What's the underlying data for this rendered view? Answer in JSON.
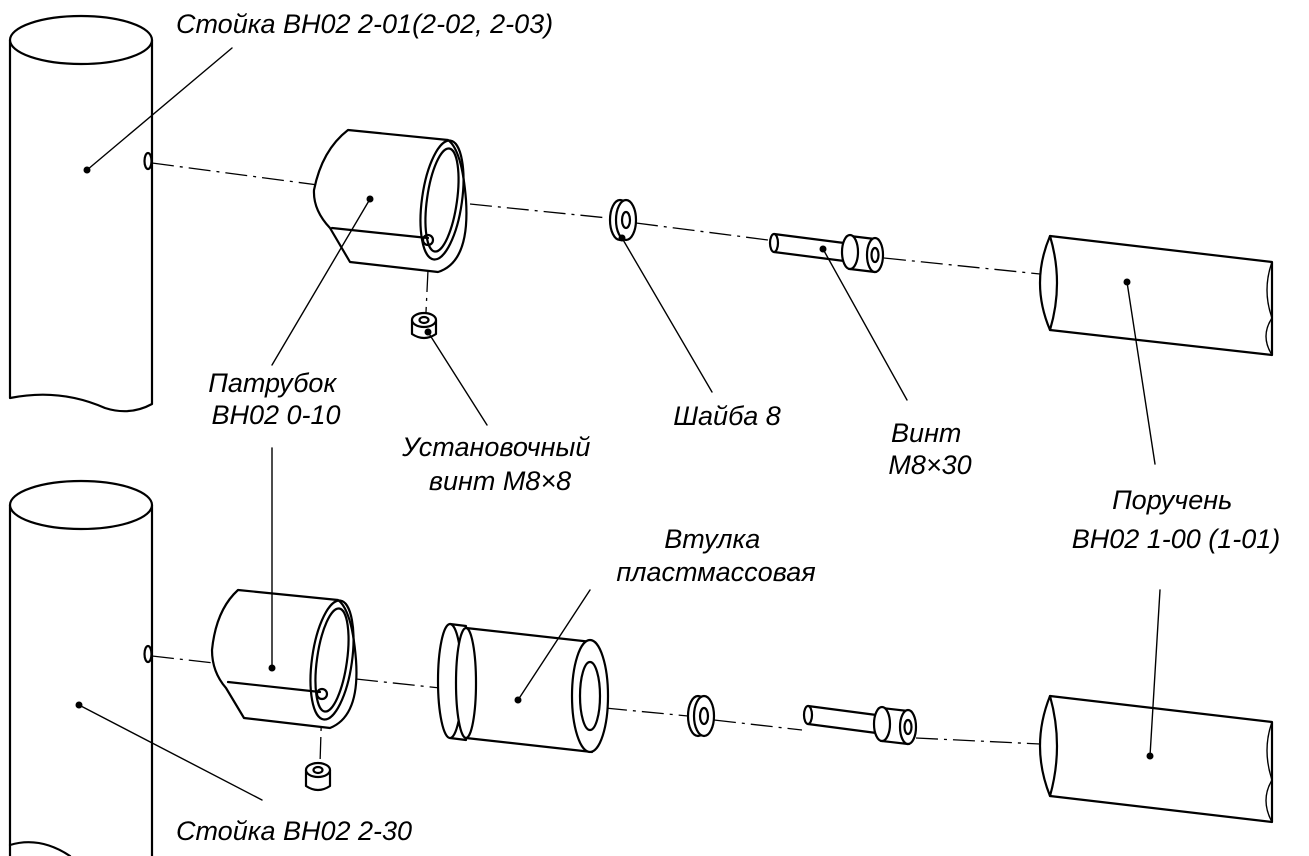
{
  "labels": {
    "stand_top": "Стойка ВН02 2-01(2-02, 2-03)",
    "stand_bottom": "Стойка ВН02 2-30",
    "branch_pipe": [
      "Патрубок",
      "ВН02 0-10"
    ],
    "set_screw": [
      "Установочный",
      "винт М8×8"
    ],
    "washer": "Шайба 8",
    "screw": [
      "Винт",
      "М8×30"
    ],
    "bushing": [
      "Втулка",
      "пластмассовая"
    ],
    "handrail": [
      "Поручень",
      "ВН02 1-00 (1-01)"
    ]
  }
}
